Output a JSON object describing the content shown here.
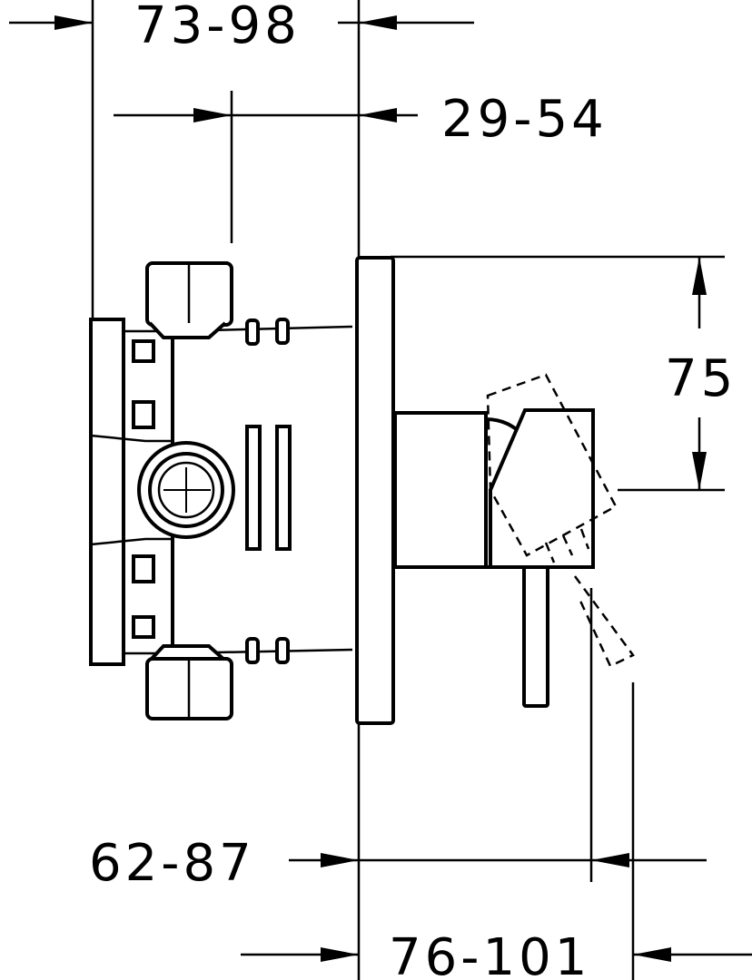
{
  "dimensions": {
    "top_width": "73-98",
    "upper_depth": "29-54",
    "height": "75",
    "lever_depth": "62-87",
    "total_depth": "76-101"
  }
}
